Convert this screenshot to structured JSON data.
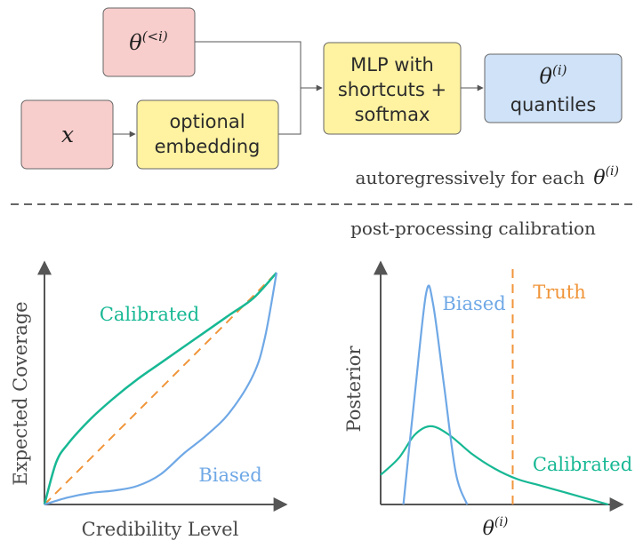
{
  "top": {
    "theta_prev": {
      "symbol": "θ",
      "superscript": "(<i)"
    },
    "x_input": {
      "symbol": "x"
    },
    "embedding": {
      "line1": "optional",
      "line2": "embedding"
    },
    "mlp": {
      "line1": "MLP with",
      "line2": "shortcuts +",
      "line3": "softmax"
    },
    "output": {
      "symbol": "θ",
      "superscript": "(i)",
      "line2": "quantiles"
    },
    "loop_caption": {
      "text": "autoregressively for each",
      "symbol": "θ",
      "superscript": "(i)"
    }
  },
  "calibration_caption": "post-processing calibration",
  "colors": {
    "pink_fill": "#f8cecc",
    "yellow_fill": "#fff2a0",
    "blue_fill": "#cfe2f8",
    "calibrated": "#17b894",
    "biased": "#6fa8e6",
    "truth": "#f0953a"
  },
  "chart_data": [
    {
      "type": "line",
      "xlabel": "Credibility Level",
      "ylabel": "Expected Coverage",
      "xlim": [
        0,
        1
      ],
      "ylim": [
        0,
        1
      ],
      "grid": false,
      "series": [
        {
          "name": "Calibrated",
          "x": [
            0,
            0.05,
            0.1,
            0.2,
            0.3,
            0.4,
            0.5,
            0.6,
            0.7,
            0.8,
            0.9,
            1.0
          ],
          "y": [
            0,
            0.18,
            0.26,
            0.37,
            0.46,
            0.54,
            0.61,
            0.68,
            0.75,
            0.82,
            0.89,
            1.0
          ]
        },
        {
          "name": "Biased",
          "x": [
            0,
            0.1,
            0.2,
            0.3,
            0.4,
            0.5,
            0.6,
            0.7,
            0.8,
            0.9,
            0.95,
            1.0
          ],
          "y": [
            0,
            0.03,
            0.05,
            0.06,
            0.08,
            0.13,
            0.22,
            0.3,
            0.4,
            0.56,
            0.72,
            1.0
          ]
        },
        {
          "name": "",
          "x": [
            0,
            1
          ],
          "y": [
            0,
            1
          ]
        }
      ]
    },
    {
      "type": "line",
      "xlabel": "θ",
      "xlabel_superscript": "(i)",
      "ylabel": "Posterior",
      "grid": false,
      "series": [
        {
          "name": "Biased",
          "x": [
            0.1,
            0.15,
            0.2,
            0.23,
            0.28,
            0.33,
            0.38
          ],
          "y": [
            0,
            0.52,
            1.0,
            0.95,
            0.55,
            0.15,
            0
          ]
        },
        {
          "name": "Calibrated",
          "x": [
            0,
            0.08,
            0.15,
            0.22,
            0.3,
            0.4,
            0.5,
            0.6,
            0.7,
            0.8,
            0.9,
            1.0
          ],
          "y": [
            0.14,
            0.22,
            0.33,
            0.37,
            0.33,
            0.24,
            0.17,
            0.12,
            0.09,
            0.06,
            0.03,
            0.0
          ]
        },
        {
          "name": "Truth",
          "x": [
            0.58,
            0.58
          ],
          "y": [
            0,
            1.0
          ]
        }
      ]
    }
  ]
}
